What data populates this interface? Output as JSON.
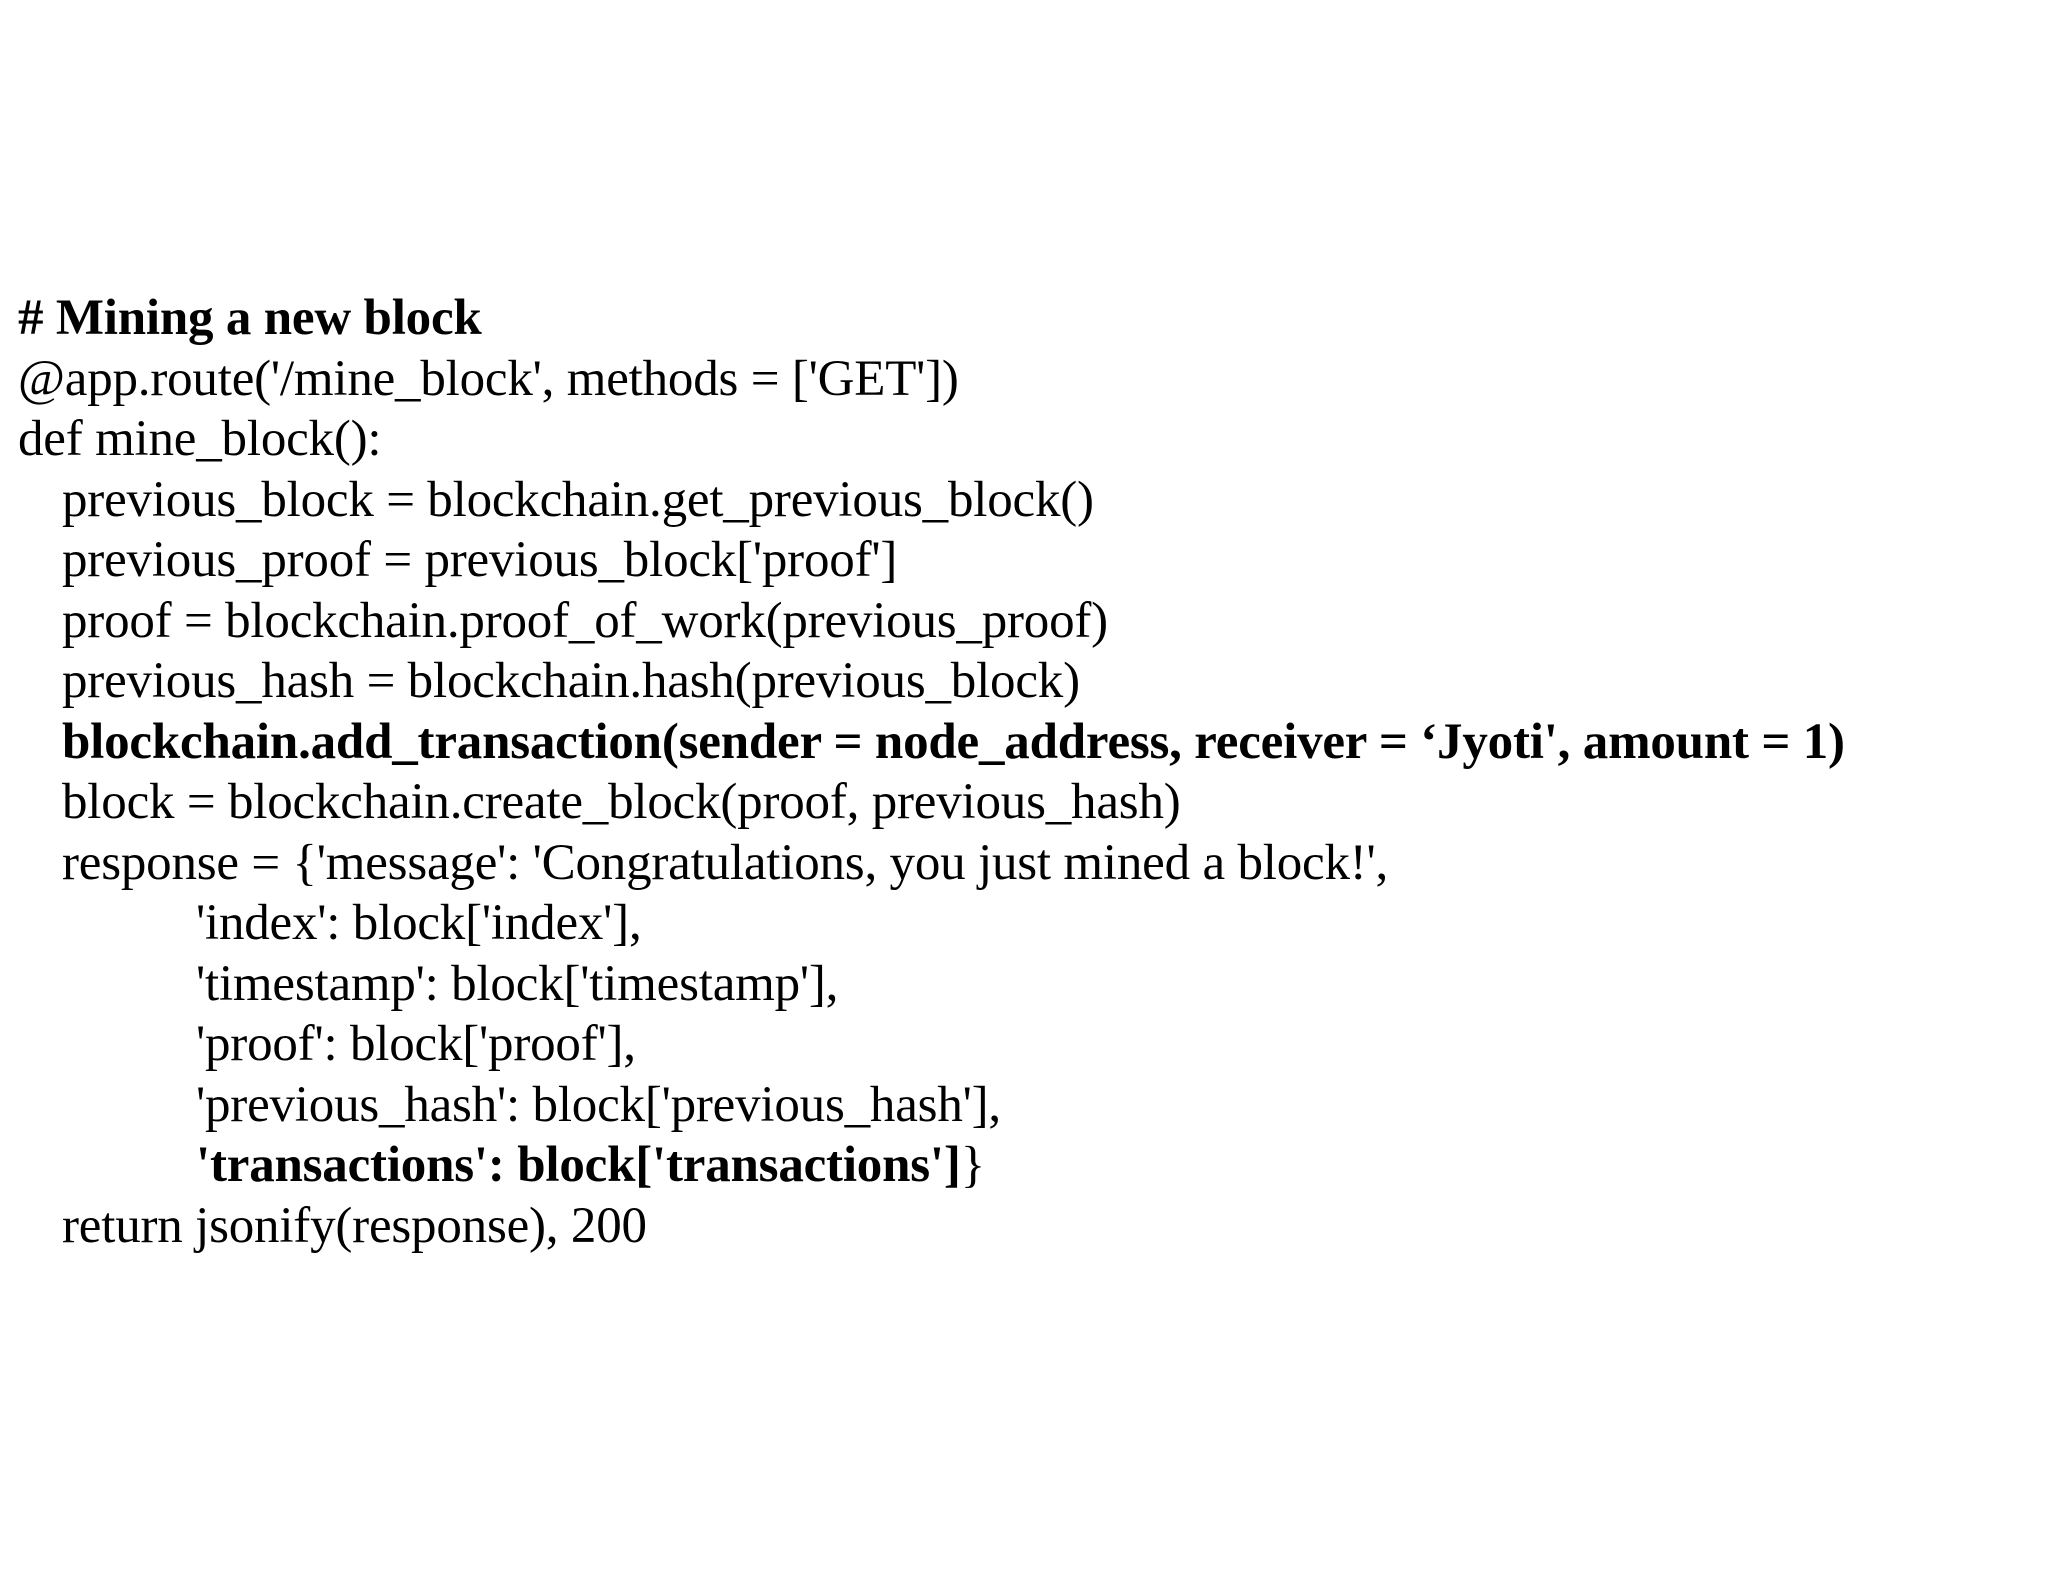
{
  "slide": {
    "background_color": "#ffffff",
    "text_color": "#000000",
    "comment_header": "# Mining a new block"
  },
  "code": {
    "language": "python",
    "lines": [
      {
        "indent": 0,
        "bold": true,
        "text": "# Mining a new block"
      },
      {
        "indent": 0,
        "bold": false,
        "text": "@app.route('/mine_block', methods = ['GET'])"
      },
      {
        "indent": 0,
        "bold": false,
        "text": "def mine_block():"
      },
      {
        "indent": 1,
        "bold": false,
        "text": "previous_block = blockchain.get_previous_block()"
      },
      {
        "indent": 1,
        "bold": false,
        "text": "previous_proof = previous_block['proof']"
      },
      {
        "indent": 1,
        "bold": false,
        "text": "proof = blockchain.proof_of_work(previous_proof)"
      },
      {
        "indent": 1,
        "bold": false,
        "text": "previous_hash = blockchain.hash(previous_block)"
      },
      {
        "indent": 1,
        "bold": true,
        "text": "blockchain.add_transaction(sender = node_address, receiver = ‘Jyoti', amount = 1)"
      },
      {
        "indent": 1,
        "bold": false,
        "text": "block = blockchain.create_block(proof, previous_hash)"
      },
      {
        "indent": 1,
        "bold": false,
        "text": "response = {'message': 'Congratulations, you just mined a block!',"
      },
      {
        "indent": 2,
        "bold": false,
        "text": "'index': block['index'],"
      },
      {
        "indent": 2,
        "bold": false,
        "text": "'timestamp': block['timestamp'],"
      },
      {
        "indent": 2,
        "bold": false,
        "text": "'proof': block['proof'],"
      },
      {
        "indent": 2,
        "bold": false,
        "text": "'previous_hash': block['previous_hash'],"
      },
      {
        "indent": 2,
        "bold": true,
        "text": "'transactions': block['transactions']",
        "tail": "}"
      },
      {
        "indent": 1,
        "bold": false,
        "text": "return jsonify(response), 200"
      }
    ]
  }
}
